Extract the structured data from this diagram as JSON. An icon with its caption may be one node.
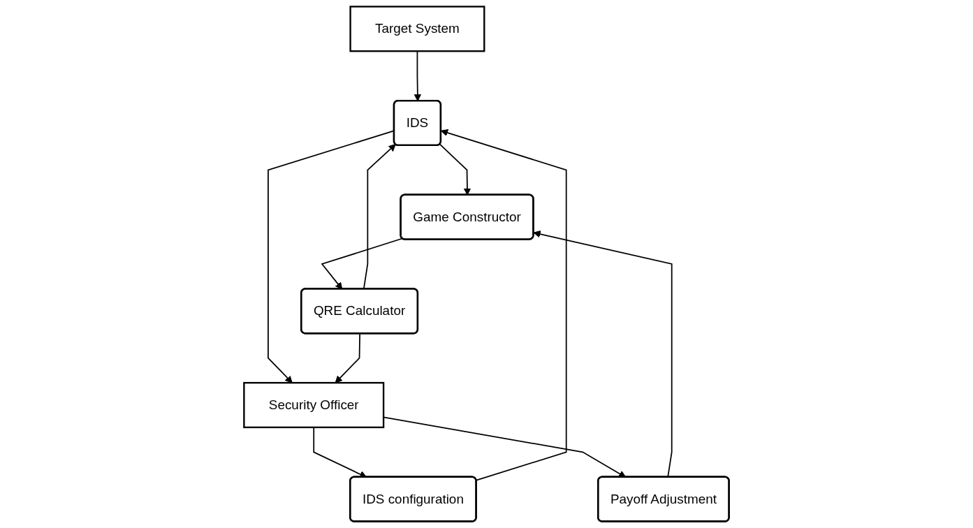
{
  "diagram": {
    "nodes": [
      {
        "text": [
          "Target System"
        ]
      },
      {
        "text": [
          "IDS"
        ]
      },
      {
        "text": [
          "Game Constructor"
        ]
      },
      {
        "text": [
          "QRE Calculator"
        ]
      },
      {
        "text": [
          "IDS configuration"
        ]
      },
      {
        "text": [
          "Payoff Adjustment"
        ]
      },
      {
        "text": [
          "Security Officer"
        ]
      }
    ],
    "edges": [
      {
        "from": 0,
        "to": 1,
        "arrow": "to"
      },
      {
        "from": 1,
        "to": 2,
        "arrow": "to"
      },
      {
        "from": 2,
        "to": 3,
        "arrow": "to"
      },
      {
        "from": 3,
        "to": 1,
        "arrow": "to"
      },
      {
        "from": 4,
        "to": 1,
        "arrow": "to"
      },
      {
        "from": 5,
        "to": 2,
        "arrow": "to"
      },
      {
        "from": 1,
        "to": 6,
        "arrow": "to"
      },
      {
        "from": 6,
        "to": 4,
        "arrow": "to"
      },
      {
        "from": 6,
        "to": 5,
        "arrow": "to"
      },
      {
        "from": 3,
        "to": 6,
        "arrow": "to"
      }
    ]
  }
}
